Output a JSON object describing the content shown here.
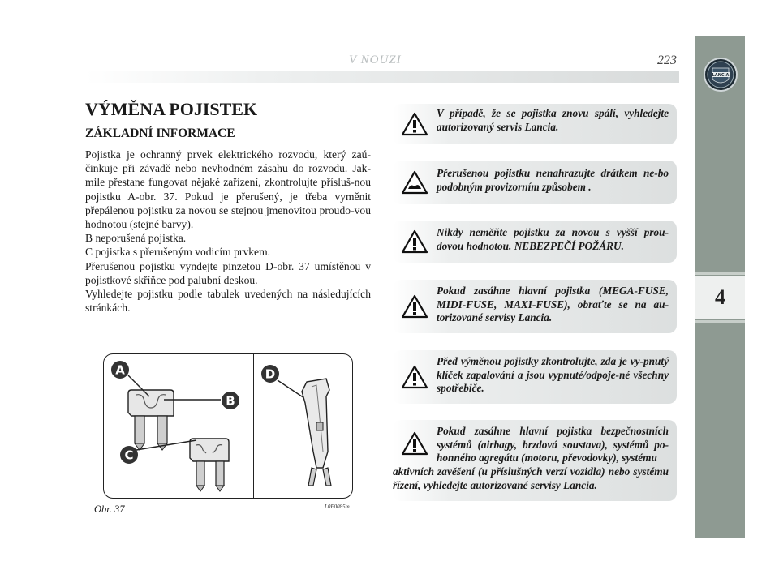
{
  "header": {
    "title": "V NOUZI",
    "page_number": "223"
  },
  "side_tab": {
    "chapter": "4",
    "logo_text": "LANCIA"
  },
  "main": {
    "heading": "VÝMĚNA POJISTEK",
    "subheading": "ZÁKLADNÍ INFORMACE",
    "paragraphs": [
      "Pojistka je ochranný prvek elektrického rozvodu, který zaú-činkuje při závadě nebo nevhodném zásahu do rozvodu. Jak-mile přestane fungovat nějaké zařízení, zkontrolujte přísluš-nou pojistku A-obr. 37. Pokud je přerušený, je třeba vyměnit přepálenou pojistku za novou se stejnou jmenovitou proudo-vou hodnotou (stejné barvy).",
      "B   neporušená pojistka.",
      "C   pojistka s přerušeným vodicím prvkem.",
      "Přerušenou pojistku vyndejte pinzetou D-obr. 37 umístěnou v pojistkové skříňce pod palubní deskou.",
      "Vyhledejte pojistku podle tabulek uvedených na následujících stránkách."
    ]
  },
  "figure": {
    "caption": "Obr. 37",
    "code": "L0E0085m",
    "labels": {
      "a": "A",
      "b": "B",
      "c": "C",
      "d": "D"
    }
  },
  "warnings": [
    {
      "icon": "warning-triangle-icon",
      "text": "V případě, že se pojistka znovu spálí, vyhledejte autorizovaný servis Lancia."
    },
    {
      "icon": "environment-warning-icon",
      "text": "Přerušenou pojistku nenahrazujte drátkem ne-bo podobným provizorním způsobem ."
    },
    {
      "icon": "warning-triangle-icon",
      "text": "Nikdy neměňte pojistku za novou s vyšší prou-dovou hodnotou. NEBEZPEČÍ POŽÁRU."
    },
    {
      "icon": "warning-triangle-icon",
      "text": "Pokud zasáhne hlavní pojistka (MEGA-FUSE, MIDI-FUSE, MAXI-FUSE), obraťte se na au-torizované servisy Lancia."
    },
    {
      "icon": "warning-triangle-icon",
      "text": "Před výměnou pojistky zkontrolujte, zda je vy-pnutý klíček zapalování a jsou vypnuté/odpoje-né všechny spotřebiče."
    },
    {
      "icon": "warning-triangle-icon",
      "text": "Pokud zasáhne hlavní pojistka bezpečnostních systémů (airbagy, brzdová soustava), systémů po-honného agregátu (motoru, převodovky), systému",
      "tail": "aktivních zavěšení (u příslušných verzí vozidla) nebo systému řízení, vyhledejte autorizované servisy Lancia."
    }
  ],
  "colors": {
    "side_tab": "#8e9a92",
    "warning_bg": "#dcdfdf",
    "header_title": "#b7bcbd"
  }
}
